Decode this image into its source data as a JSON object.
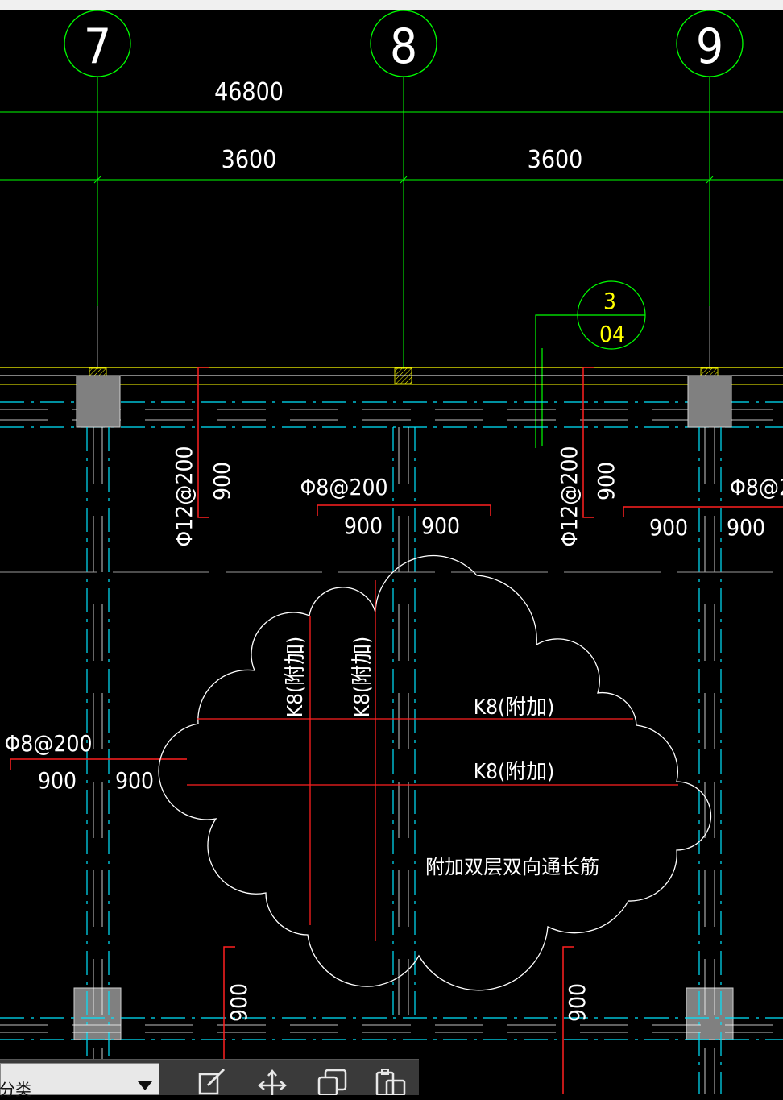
{
  "axes": [
    {
      "label": "7"
    },
    {
      "label": "8"
    },
    {
      "label": "9"
    }
  ],
  "dimensions": {
    "overall": "46800",
    "span_7_8": "3600",
    "span_8_9": "3600"
  },
  "section_marker": {
    "number": "3",
    "sheet": "04"
  },
  "rebar_labels": {
    "left_vertical": "Φ12@200",
    "left_vertical_len": "900",
    "mid_top": "Φ8@200",
    "mid_top_left": "900",
    "mid_top_right": "900",
    "right_vertical": "Φ12@200",
    "right_vertical_len": "900",
    "right_top": "Φ8@2",
    "right_top_left": "900",
    "right_top_right": "900",
    "left_mid": "Φ8@200",
    "left_mid_left": "900",
    "left_mid_right": "900",
    "bottom_left_len": "900",
    "bottom_right_len": "900"
  },
  "cloud": {
    "vertical_1": "K8(附加)",
    "vertical_2": "K8(附加)",
    "horizontal_1": "K8(附加)",
    "horizontal_2": "K8(附加)",
    "note": "附加双层双向通长筋"
  },
  "toolbar": {
    "layer_label": "分类"
  },
  "colors": {
    "background": "#000000",
    "axis": "#00ff00",
    "rebar": "#ff2020",
    "text": "#ffffff",
    "dashed": "#00e5ff",
    "yellow_line": "#ffff00",
    "column": "#808080"
  }
}
